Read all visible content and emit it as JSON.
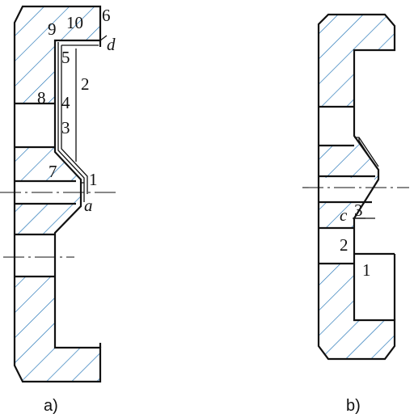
{
  "figure_a": {
    "labels": [
      "9",
      "10",
      "6",
      "d",
      "5",
      "2",
      "8",
      "4",
      "3",
      "7",
      "1",
      "a"
    ],
    "caption": "a)"
  },
  "figure_b": {
    "labels": [
      "c",
      "3",
      "2",
      "1"
    ],
    "caption": "b)"
  },
  "colors": {
    "line": "#111111",
    "hatch": "#1a6fb3",
    "background": "#ffffff"
  }
}
